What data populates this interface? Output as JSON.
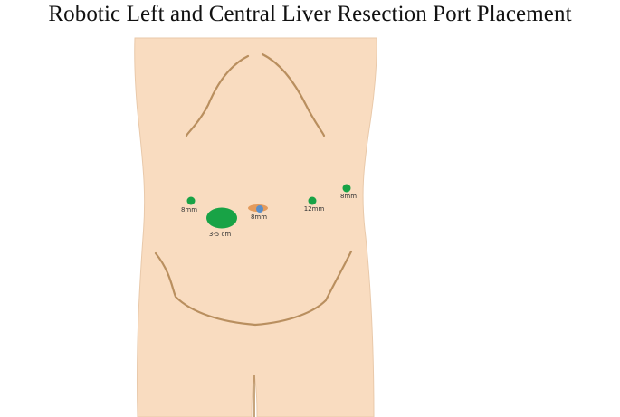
{
  "title": "Robotic Left and Central Liver Resection Port Placement",
  "colors": {
    "skin": "#f9dcc0",
    "contour": "#b98f5f",
    "port": "#18a346",
    "umbilicus_ring": "#e49b5c",
    "umbilicus_center": "#5b8fc9"
  },
  "ports": [
    {
      "id": "left-8mm",
      "label": "8mm",
      "size": "small"
    },
    {
      "id": "extraction",
      "label": "3-5 cm",
      "size": "large"
    },
    {
      "id": "umbilical-8mm",
      "label": "8mm",
      "size": "camera"
    },
    {
      "id": "mid-12mm",
      "label": "12mm",
      "size": "small"
    },
    {
      "id": "right-8mm",
      "label": "8mm",
      "size": "small"
    }
  ]
}
